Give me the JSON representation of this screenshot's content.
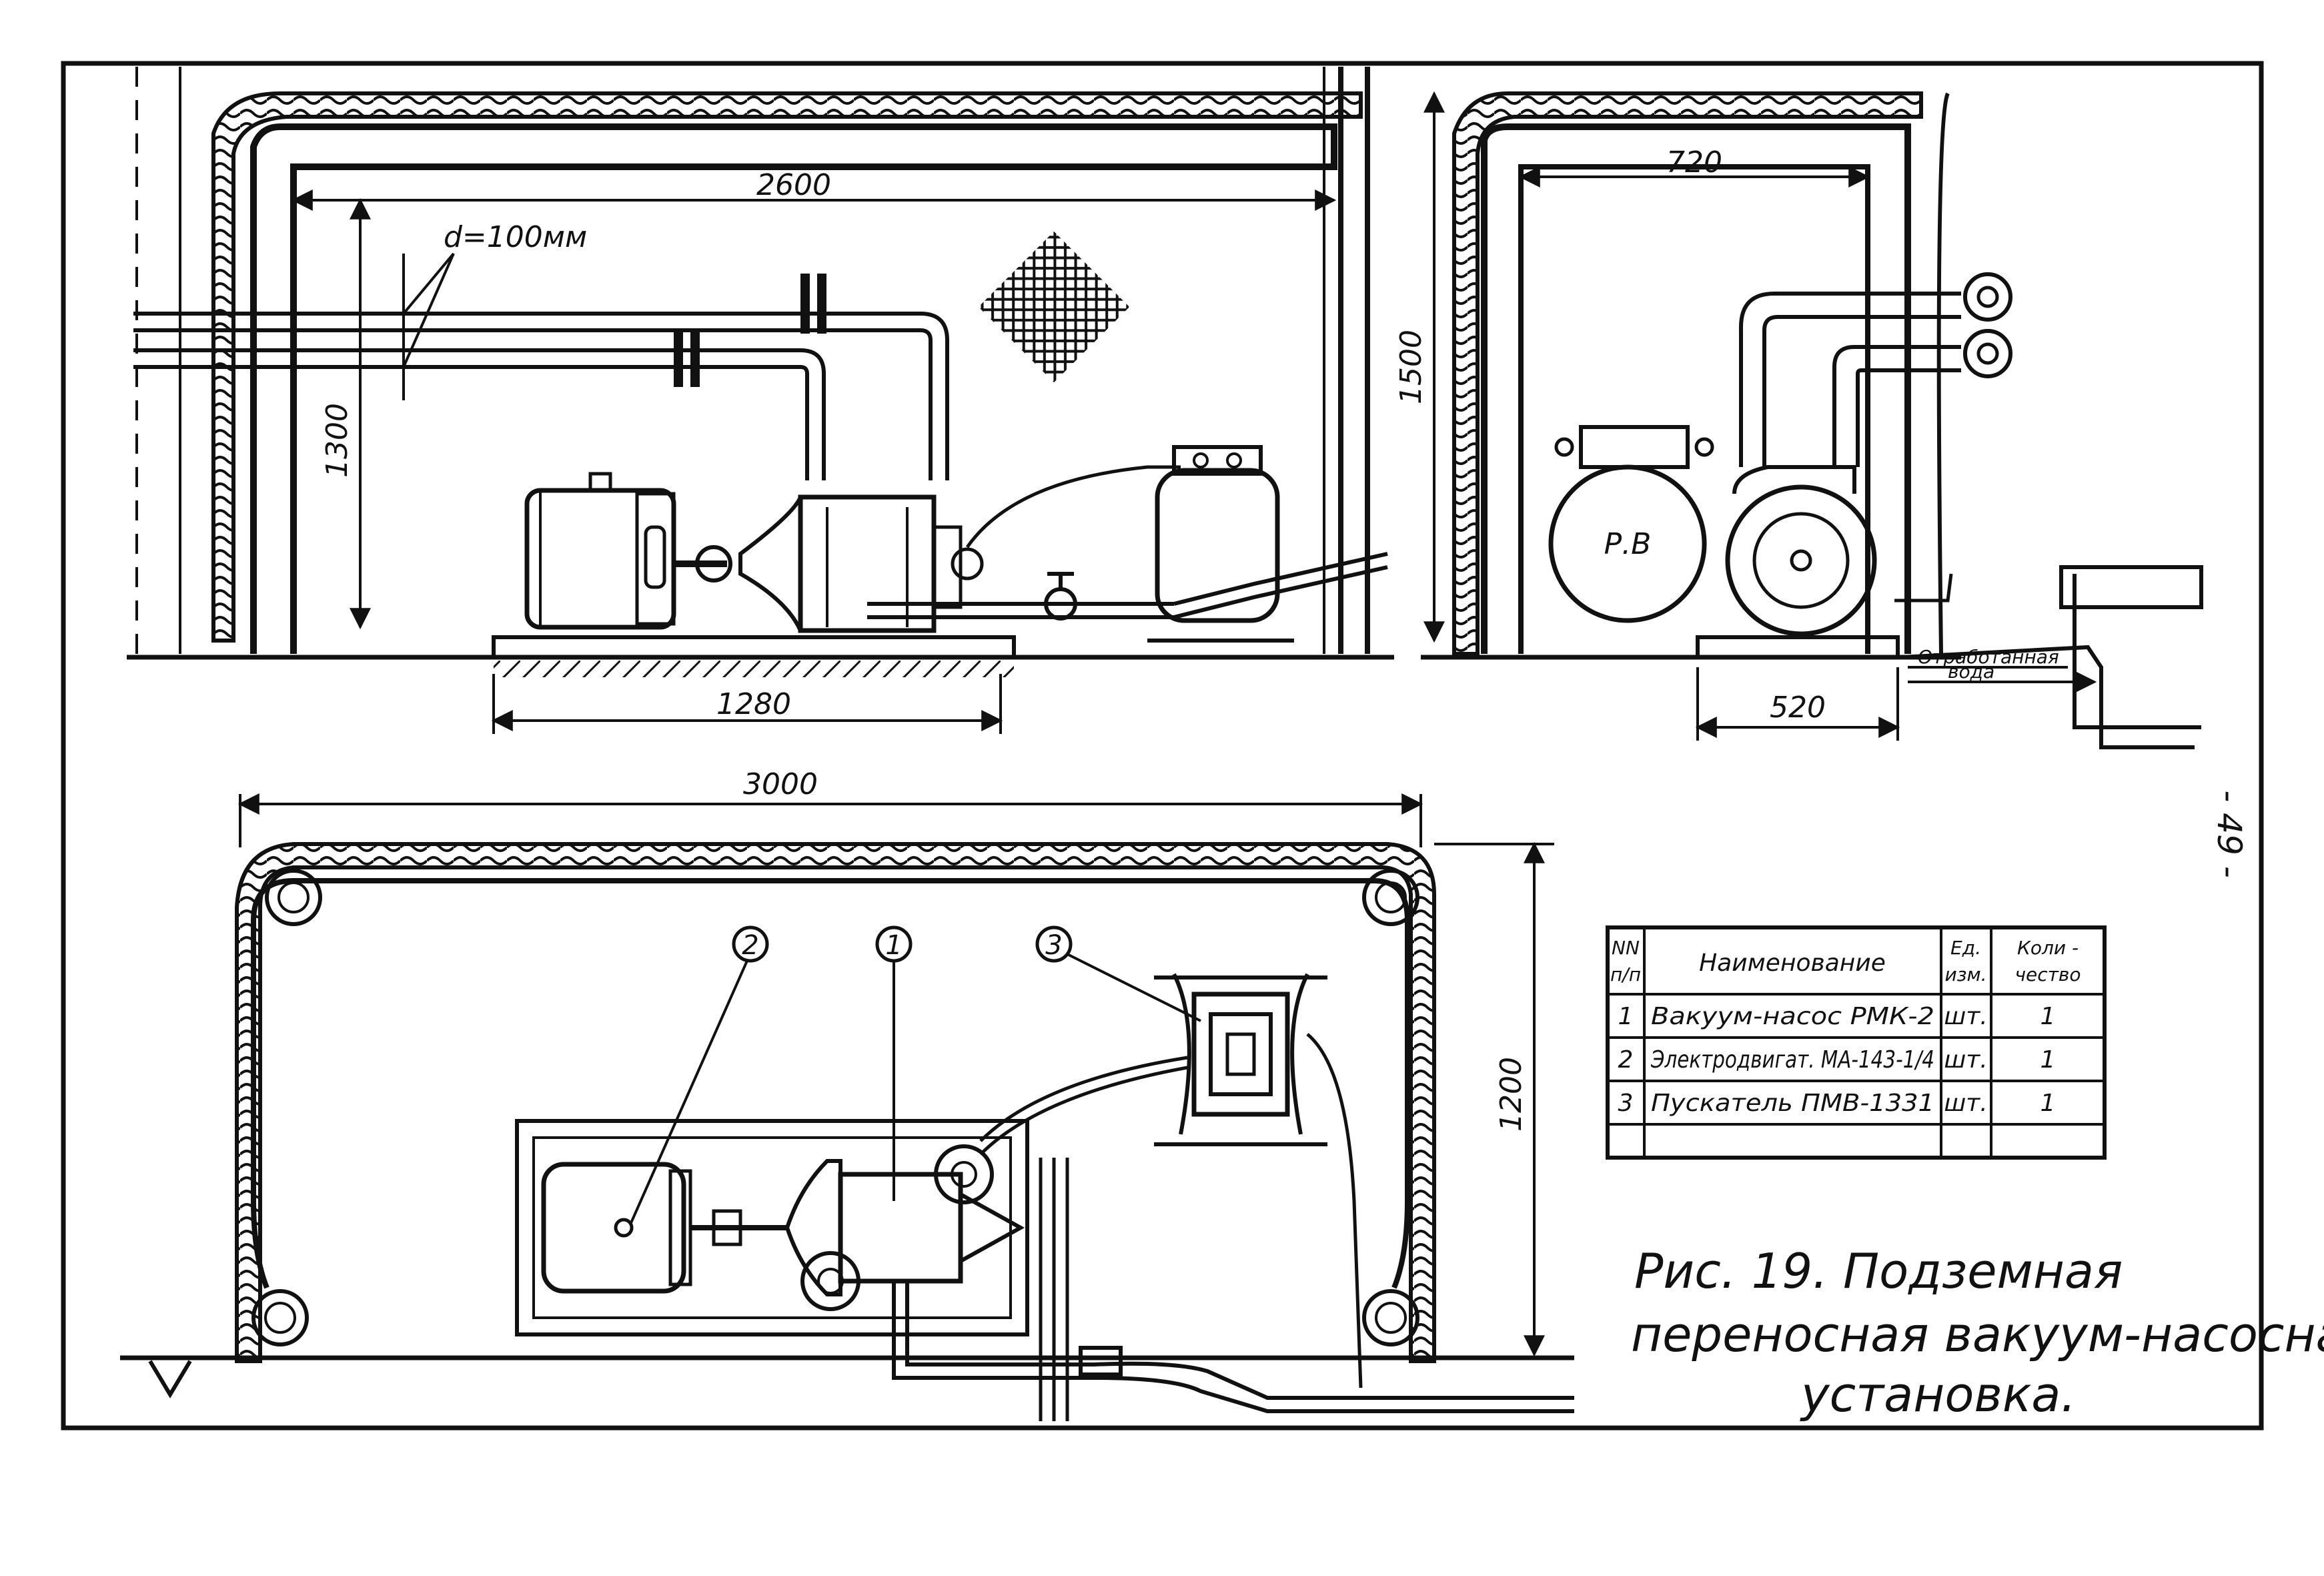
{
  "drawing": {
    "side_view": {
      "dim_width": "2600",
      "dim_height": "1300",
      "dim_pipe": "d=100мм",
      "dim_base": "1280"
    },
    "end_view": {
      "dim_width": "720",
      "dim_height": "1500",
      "dim_base": "520",
      "motor_label": "Р.В",
      "drain_label_1": "Отработанная",
      "drain_label_2": "вода"
    },
    "plan_view": {
      "dim_width": "3000",
      "dim_height": "1200",
      "callout_1": "1",
      "callout_2": "2",
      "callout_3": "3"
    },
    "page_number": "- 49 -"
  },
  "table": {
    "headers": {
      "num_1": "NN",
      "num_2": "п/п",
      "name": "Наименование",
      "unit_1": "Ед.",
      "unit_2": "изм.",
      "qty_1": "Коли -",
      "qty_2": "чество"
    },
    "rows": [
      {
        "num": "1",
        "name": "Вакуум-насос РМК-2",
        "unit": "шт.",
        "qty": "1"
      },
      {
        "num": "2",
        "name": "Электродвигат. МА-143-1/4",
        "unit": "шт.",
        "qty": "1"
      },
      {
        "num": "3",
        "name": "Пускатель ПМВ-1331",
        "unit": "шт.",
        "qty": "1"
      }
    ]
  },
  "caption": {
    "line1": "Рис. 19. Подземная",
    "line2": "переносная вакуум-насосная",
    "line3": "установка."
  }
}
